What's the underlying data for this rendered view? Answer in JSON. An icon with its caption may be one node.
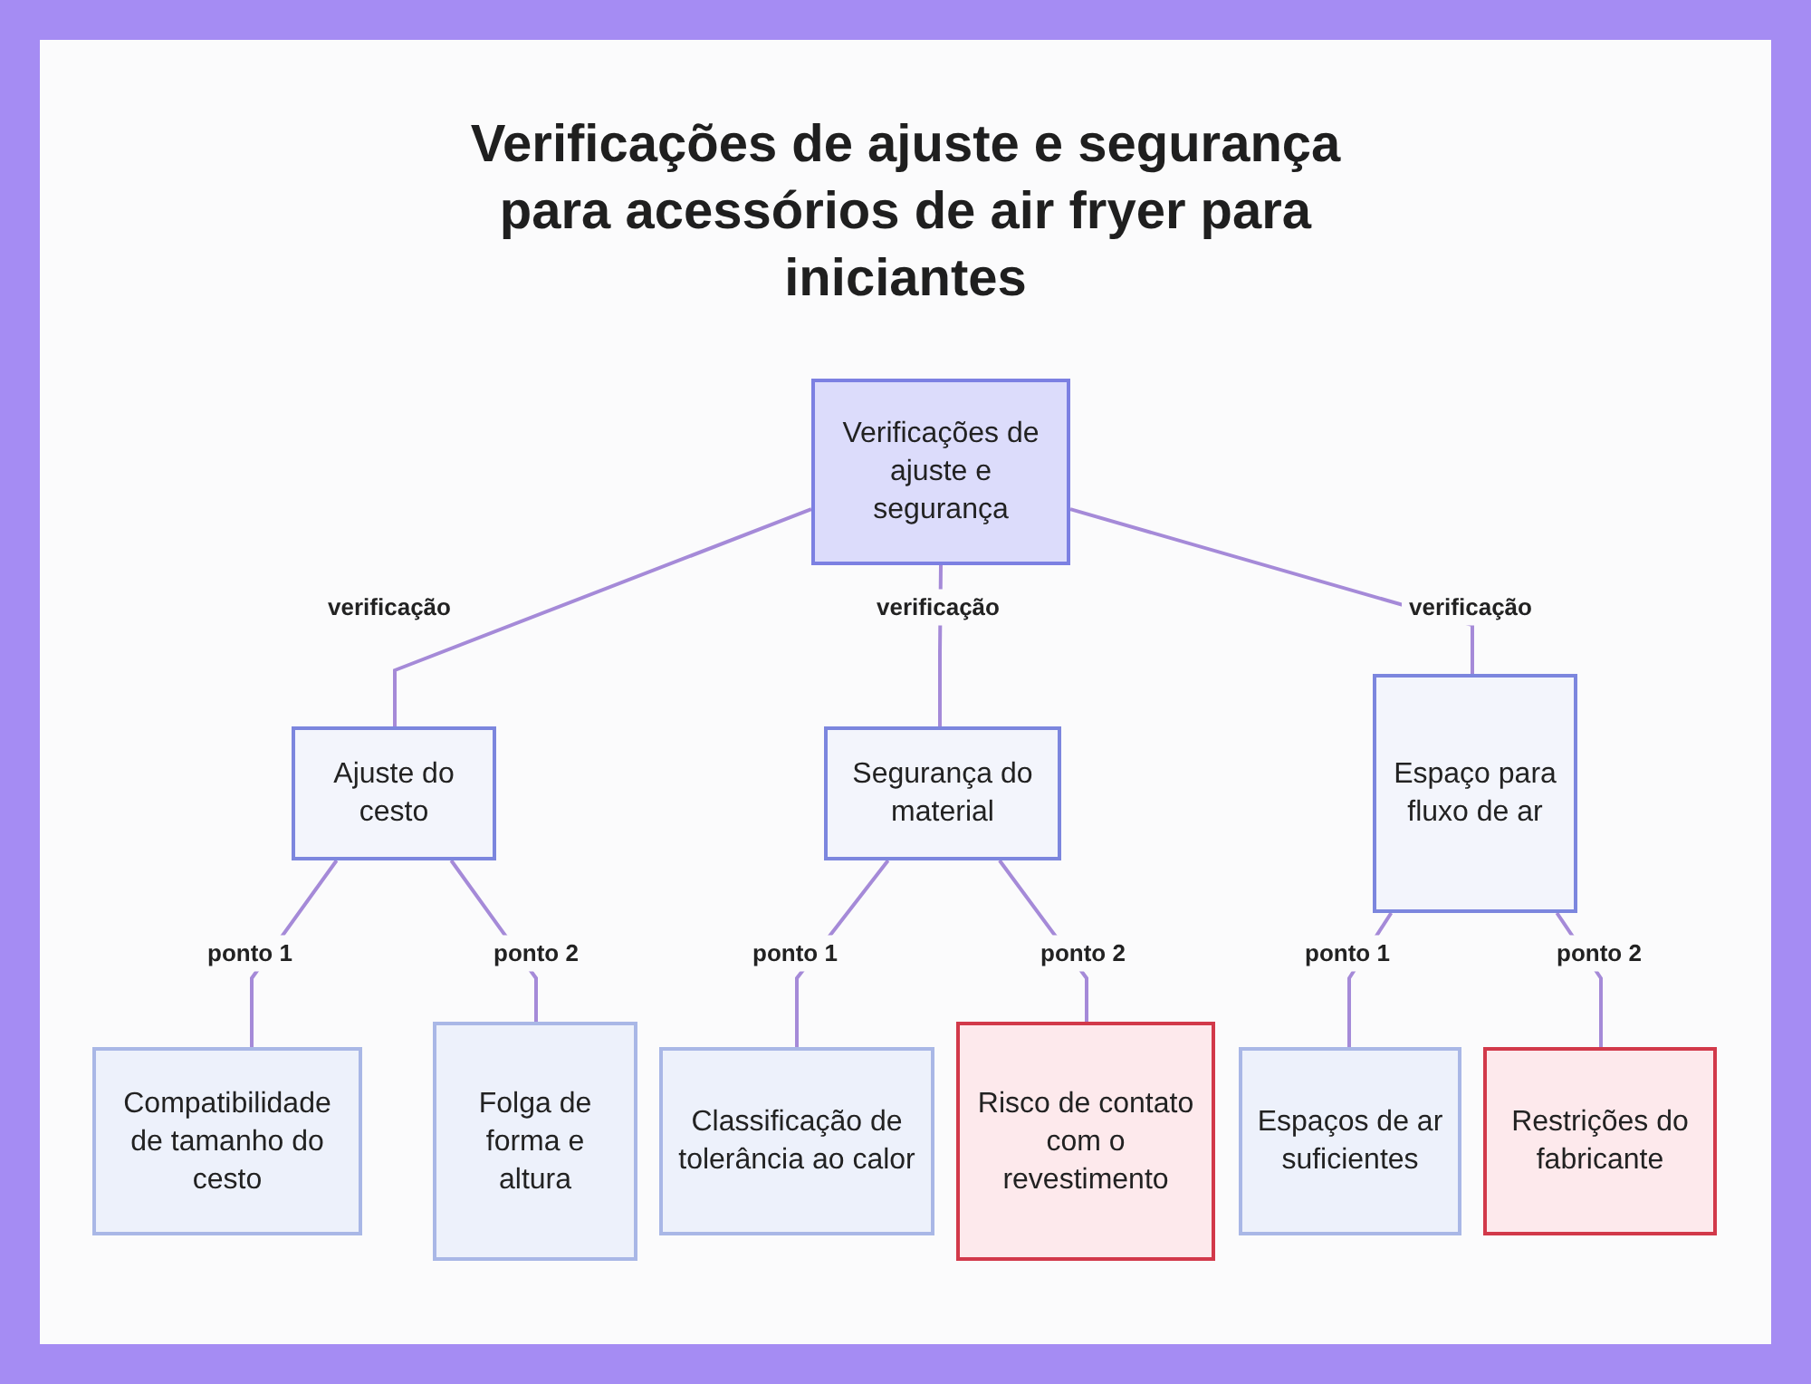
{
  "diagram": {
    "title": "Verificações de ajuste e segurança para acessórios de air fryer para iniciantes",
    "nodes": [
      {
        "text": [
          "Verificações de ajuste e segurança"
        ]
      },
      {
        "text": [
          "Ajuste do cesto"
        ]
      },
      {
        "text": [
          "Segurança do material"
        ]
      },
      {
        "text": [
          "Espaço para fluxo de ar"
        ]
      },
      {
        "text": [
          "Compatibilidade de tamanho do cesto"
        ]
      },
      {
        "text": [
          "Folga de forma e altura"
        ]
      },
      {
        "text": [
          "Classificação de tolerância ao calor"
        ]
      },
      {
        "text": [
          "Risco de contato com o revestimento"
        ]
      },
      {
        "text": [
          "Espaços de ar suficientes"
        ]
      },
      {
        "text": [
          "Restrições do fabricante"
        ]
      }
    ],
    "edges": [
      {
        "from": 0,
        "to": 1,
        "arrow": "none",
        "label": "verificação"
      },
      {
        "from": 0,
        "to": 2,
        "arrow": "none",
        "label": "verificação"
      },
      {
        "from": 0,
        "to": 3,
        "arrow": "none",
        "label": "verificação"
      },
      {
        "from": 1,
        "to": 4,
        "arrow": "none",
        "label": "ponto 1"
      },
      {
        "from": 1,
        "to": 5,
        "arrow": "none",
        "label": "ponto 2"
      },
      {
        "from": 2,
        "to": 6,
        "arrow": "none",
        "label": "ponto 1"
      },
      {
        "from": 2,
        "to": 7,
        "arrow": "none",
        "label": "ponto 2"
      },
      {
        "from": 3,
        "to": 8,
        "arrow": "none",
        "label": "ponto 1"
      },
      {
        "from": 3,
        "to": 9,
        "arrow": "none",
        "label": "ponto 2"
      }
    ]
  }
}
